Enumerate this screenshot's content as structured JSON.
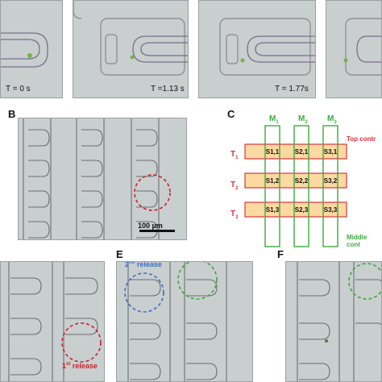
{
  "panelA": {
    "times": [
      "T = 0 s",
      "T =1.13 s",
      "T = 1.77s"
    ]
  },
  "letters": {
    "B": "B",
    "C": "C",
    "E": "E",
    "F": "F"
  },
  "panelB": {
    "scalebar": "100 µm"
  },
  "panelC": {
    "top_contact": "Top contr",
    "middle_contact": "Middle cont",
    "m_labels": [
      {
        "base": "M",
        "sub": "1"
      },
      {
        "base": "M",
        "sub": "2"
      },
      {
        "base": "M",
        "sub": "3"
      }
    ],
    "t_labels": [
      {
        "base": "T",
        "sub": "1"
      },
      {
        "base": "T",
        "sub": "2"
      },
      {
        "base": "T",
        "sub": "3"
      }
    ],
    "s_labels": [
      [
        "S1,1",
        "S2,1",
        "S3,1"
      ],
      [
        "S1,2",
        "S2,2",
        "S3,2"
      ],
      [
        "S1,3",
        "S2,3",
        "S3,3"
      ]
    ],
    "colors": {
      "green": "#3caa3c",
      "red": "#d9363e",
      "fill": "#fbd9a0"
    }
  },
  "panelD": {
    "release": {
      "num": "1",
      "sup": "st",
      "text": " release"
    }
  },
  "panelE": {
    "release": {
      "num": "2",
      "sup": "nd",
      "text": " release"
    }
  }
}
